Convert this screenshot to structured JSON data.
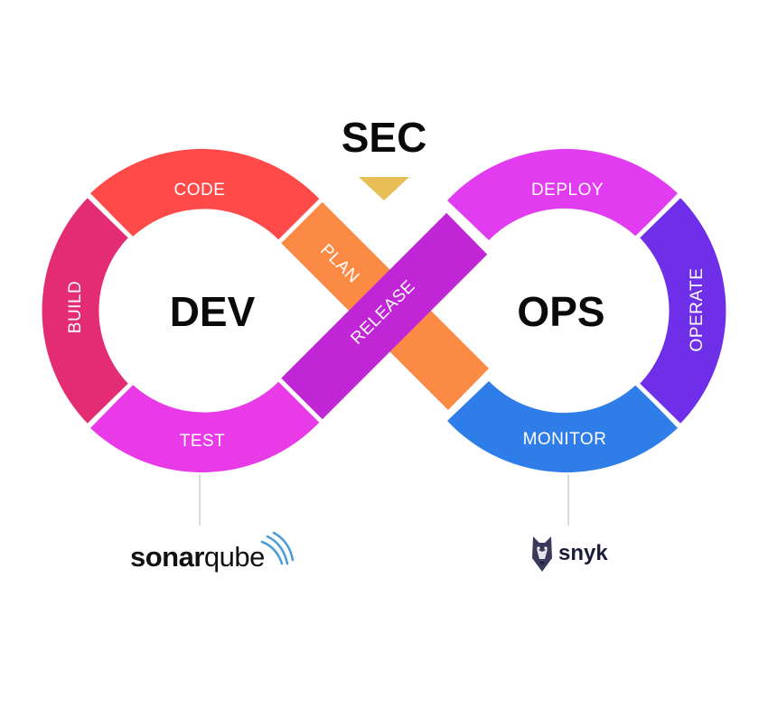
{
  "title": "SEC",
  "left_loop_label": "DEV",
  "right_loop_label": "OPS",
  "stages": {
    "code": "CODE",
    "build": "BUILD",
    "test": "TEST",
    "plan": "PLAN",
    "release": "RELEASE",
    "deploy": "DEPLOY",
    "operate": "OPERATE",
    "monitor": "MONITOR"
  },
  "logos": {
    "sonar_main": "sonar",
    "sonar_sub": "qube",
    "snyk": "snyk"
  },
  "colors": {
    "code": "#ff4a4a",
    "build": "#e32c74",
    "test": "#e93ae8",
    "plan": "#fb8a45",
    "release": "#c026d6",
    "deploy": "#e23cf0",
    "operate": "#6f2ee8",
    "monitor": "#2f7de9",
    "sec_marker": "#e8bf57"
  }
}
